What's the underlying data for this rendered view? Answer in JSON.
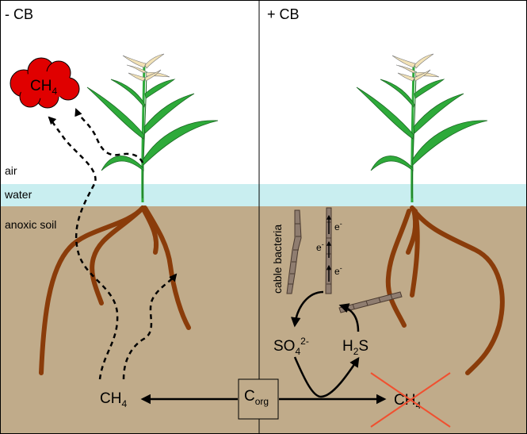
{
  "panels": {
    "left_title": "- CB",
    "right_title": "+ CB"
  },
  "layers": {
    "air": "air",
    "water": "water",
    "soil": "anoxic soil"
  },
  "colors": {
    "air": "#ffffff",
    "water": "#c9eef0",
    "soil": "#c0ab8a",
    "root": "#8a3c0a",
    "plant": "#2eaa3a",
    "tassel": "#f2e2b6",
    "cloud": "#e00000",
    "cable": "#8f7d70",
    "cross": "#f05030"
  },
  "left": {
    "cloud_label": "CH",
    "cloud_sub": "4",
    "methane_label": "CH",
    "methane_sub": "4"
  },
  "right": {
    "cable_label": "cable bacteria",
    "electron": "e",
    "electron_sup": "-",
    "sulfate": "SO",
    "sulfate_sub": "4",
    "sulfate_sup": "2-",
    "sulfide_h": "H",
    "sulfide_sub": "2",
    "sulfide_s": "S",
    "methane_label": "CH",
    "methane_sub": "4"
  },
  "center": {
    "corg_main": "C",
    "corg_sub": "org"
  }
}
